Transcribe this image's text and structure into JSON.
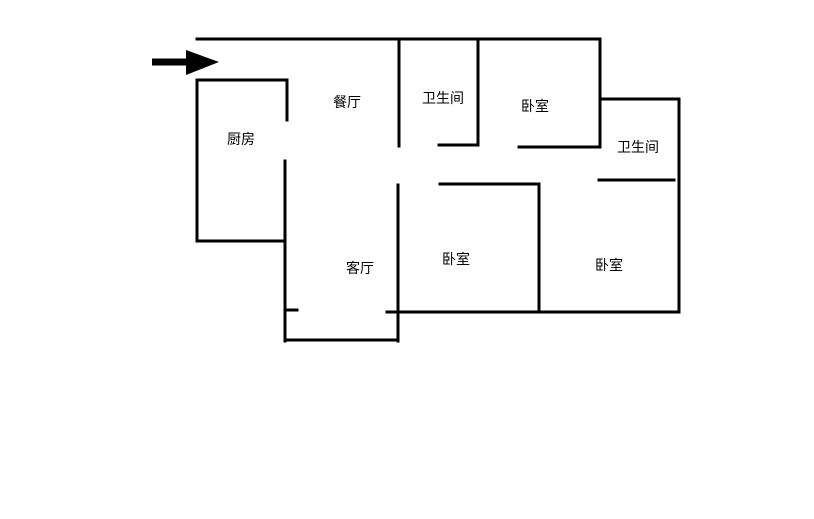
{
  "plan": {
    "rooms": {
      "dining": "餐厅",
      "kitchen": "厨房",
      "bathroom_1": "卫生间",
      "bedroom_1": "卧室",
      "bathroom_2": "卫生间",
      "living": "客厅",
      "bedroom_2": "卧室",
      "bedroom_3": "卧室"
    },
    "colors": {
      "wall": "#000000",
      "background": "#ffffff"
    }
  }
}
